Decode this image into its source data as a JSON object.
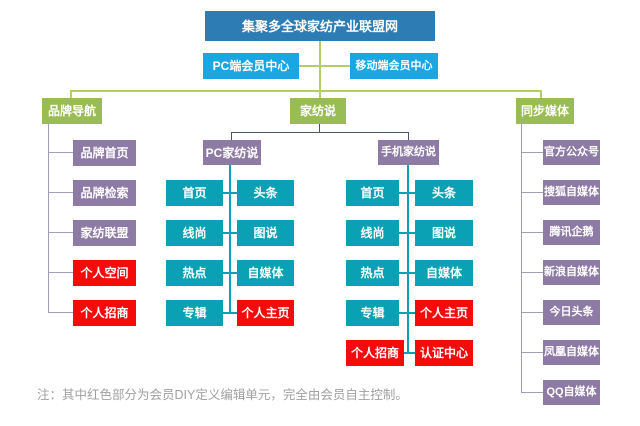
{
  "root": {
    "label": "集聚多全球家纺产业联盟网"
  },
  "level2": {
    "pc": {
      "label": "PC端会员中心"
    },
    "mobile": {
      "label": "移动端会员中心"
    }
  },
  "branches": {
    "brand": {
      "label": "品牌导航",
      "items": [
        {
          "label": "品牌首页",
          "red": false
        },
        {
          "label": "品牌检索",
          "red": false
        },
        {
          "label": "家纺联盟",
          "red": false
        },
        {
          "label": "个人空间",
          "red": true
        },
        {
          "label": "个人招商",
          "red": true
        }
      ]
    },
    "home_textile": {
      "label": "家纺说",
      "pc": {
        "label": "PC家纺说",
        "items": [
          {
            "label": "首页",
            "red": false
          },
          {
            "label": "头条",
            "red": false
          },
          {
            "label": "线尚",
            "red": false
          },
          {
            "label": "图说",
            "red": false
          },
          {
            "label": "热点",
            "red": false
          },
          {
            "label": "自媒体",
            "red": false
          },
          {
            "label": "专辑",
            "red": false
          },
          {
            "label": "个人主页",
            "red": true
          }
        ]
      },
      "mobile": {
        "label": "手机家纺说",
        "items": [
          {
            "label": "首页",
            "red": false
          },
          {
            "label": "头条",
            "red": false
          },
          {
            "label": "线尚",
            "red": false
          },
          {
            "label": "图说",
            "red": false
          },
          {
            "label": "热点",
            "red": false
          },
          {
            "label": "自媒体",
            "red": false
          },
          {
            "label": "专辑",
            "red": false
          },
          {
            "label": "个人主页",
            "red": true
          },
          {
            "label": "个人招商",
            "red": true
          },
          {
            "label": "认证中心",
            "red": true
          }
        ]
      }
    },
    "sync": {
      "label": "同步媒体",
      "items": [
        {
          "label": "官方公众号"
        },
        {
          "label": "搜狐自媒体"
        },
        {
          "label": "腾讯企鹅"
        },
        {
          "label": "新浪自媒体"
        },
        {
          "label": "今日头条"
        },
        {
          "label": "凤凰自媒体"
        },
        {
          "label": "QQ自媒体"
        }
      ]
    }
  },
  "note": {
    "text": "注：其中红色部分为会员DIY定义编辑单元，完全由会员自主控制。"
  },
  "colors": {
    "root_box": "#2d7cb3",
    "member_box": "#19a6e2",
    "branch_header_box": "#9abc55",
    "purple_box": "#8e7ba5",
    "teal_box": "#0ba1b5",
    "red_box": "#f40b0b",
    "connector_green": "#b4cd67",
    "connector_purple": "#a79cb6",
    "connector_dark": "#4e5566",
    "connector_teal": "#0ba1b5",
    "note_text": "#a0a0a0"
  }
}
